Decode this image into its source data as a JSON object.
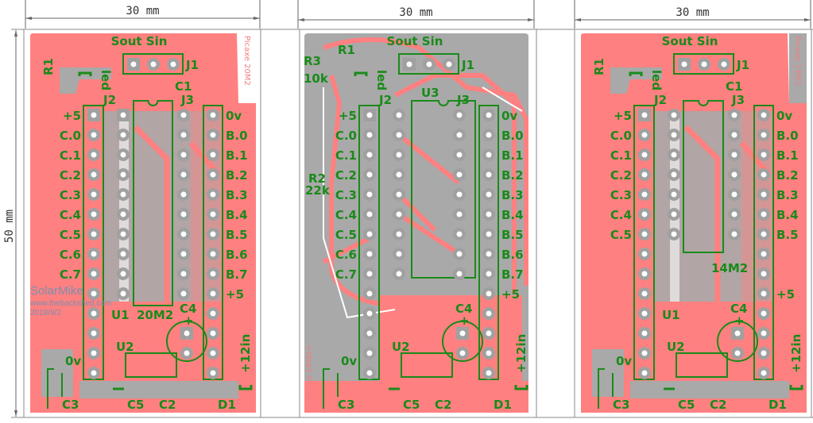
{
  "dimensions": {
    "width_label": "30 mm",
    "height_label": "50 mm"
  },
  "watermark": {
    "name": "SolarMike",
    "site": "www.thebackshed.com",
    "date": "2018/9/2"
  },
  "colors": {
    "copper": "#ff8080",
    "ground": "#a9a9a9",
    "silk": "#1a8a1a",
    "pad": "#a0a0a0"
  },
  "boards": [
    {
      "labels": {
        "sout_sin": "Sout Sin",
        "j1": "J1",
        "r1": "R1",
        "led": "led",
        "c1": "C1",
        "j2": "J2",
        "j3": "J3",
        "u_top": "",
        "u_bottom": "U1",
        "chip": "20M2",
        "c4": "C4",
        "u2": "U2",
        "v0": "0v",
        "plus12": "+12in",
        "c3": "C3",
        "c5": "C5",
        "c2": "C2",
        "d1": "D1",
        "picaxe": "Picaxe  20M2",
        "r3": "",
        "r3v": "",
        "r2": "",
        "r2v": "",
        "plus_mark": "+"
      },
      "left_pins": [
        "+5",
        "C.0",
        "C.1",
        "C.2",
        "C.3",
        "C.4",
        "C.5",
        "C.6",
        "C.7"
      ],
      "right_pins": [
        "0v",
        "B.0",
        "B.1",
        "B.2",
        "B.3",
        "B.4",
        "B.5",
        "B.6",
        "B.7",
        "+5"
      ]
    },
    {
      "labels": {
        "sout_sin": "Sout  Sin",
        "j1": "J1",
        "r1": "R1",
        "led": "led",
        "c1": "",
        "j2": "J2",
        "j3": "J3",
        "u_top": "U3",
        "u_bottom": "",
        "chip": "",
        "c4": "C4",
        "u2": "U2",
        "v0": "0v",
        "plus12": "+12in",
        "c3": "C3",
        "c5": "C5",
        "c2": "C2",
        "d1": "D1",
        "picaxe": "Picaxe  18M2+",
        "r3": "R3",
        "r3v": "10k",
        "r2": "R2",
        "r2v": "22k",
        "plus_mark": "+"
      },
      "left_pins": [
        "+5",
        "C.0",
        "C.1",
        "C.2",
        "C.3",
        "C.4",
        "C.5",
        "C.6",
        "C.7"
      ],
      "right_pins": [
        "0v",
        "B.0",
        "B.1",
        "B.2",
        "B.3",
        "B.4",
        "B.5",
        "B.6",
        "B.7",
        "+5"
      ]
    },
    {
      "labels": {
        "sout_sin": "Sout Sin",
        "j1": "J1",
        "r1": "R1",
        "led": "led",
        "c1": "C1",
        "j2": "J2",
        "j3": "J3",
        "u_top": "",
        "u_bottom": "U1",
        "chip": "14M2",
        "c4": "C4",
        "u2": "U2",
        "v0": "0v",
        "plus12": "+12in",
        "c3": "C3",
        "c5": "C5",
        "c2": "C2",
        "d1": "D1",
        "picaxe": "Picaxe  14M2",
        "r3": "",
        "r3v": "",
        "r2": "",
        "r2v": "",
        "plus_mark": "+"
      },
      "left_pins": [
        "+5",
        "C.0",
        "C.1",
        "C.2",
        "C.3",
        "C.4",
        "C.5"
      ],
      "right_pins": [
        "0v",
        "B.0",
        "B.1",
        "B.2",
        "B.3",
        "B.4",
        "B.5",
        "",
        "",
        "+5"
      ]
    }
  ]
}
